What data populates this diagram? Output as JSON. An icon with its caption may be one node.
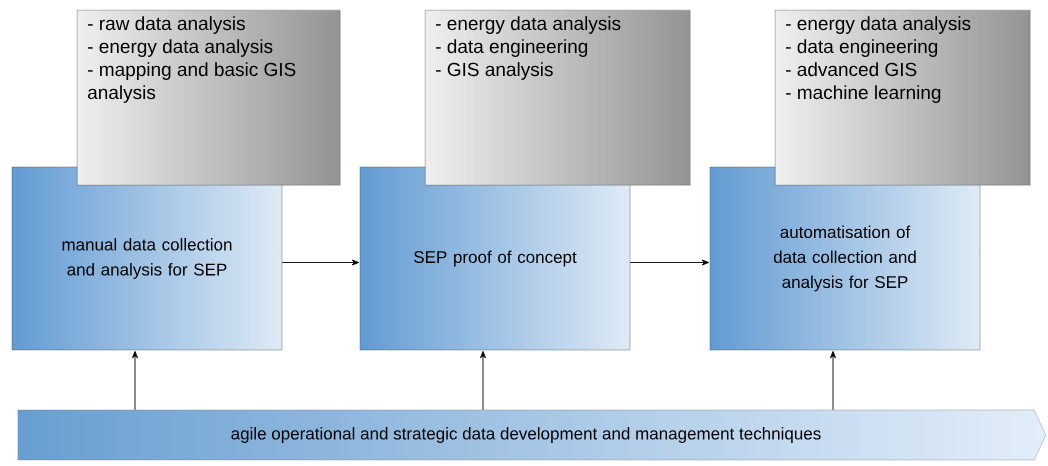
{
  "diagram": {
    "nodes": [
      {
        "text": [
          "- raw data analysis",
          "- energy data analysis",
          "- mapping and basic GIS analysis"
        ]
      },
      {
        "text": [
          "manual data collection and analysis for SEP"
        ]
      },
      {
        "text": [
          "- energy data analysis",
          "- data engineering",
          "- GIS analysis"
        ]
      },
      {
        "text": [
          "SEP proof of concept"
        ]
      },
      {
        "text": [
          "- energy data analysis",
          "- data engineering",
          "- advanced GIS",
          "- machine learning"
        ]
      },
      {
        "text": [
          "automatisation of data collection and analysis for SEP"
        ]
      },
      {
        "text": [
          "agile operational and strategic data development and management techniques"
        ]
      }
    ],
    "edges": [
      {
        "from": 1,
        "to": 3,
        "arrow": "to"
      },
      {
        "from": 3,
        "to": 5,
        "arrow": "to"
      },
      {
        "from": 6,
        "to": 1,
        "arrow": "to"
      },
      {
        "from": 6,
        "to": 3,
        "arrow": "to"
      },
      {
        "from": 6,
        "to": 5,
        "arrow": "to"
      }
    ]
  }
}
